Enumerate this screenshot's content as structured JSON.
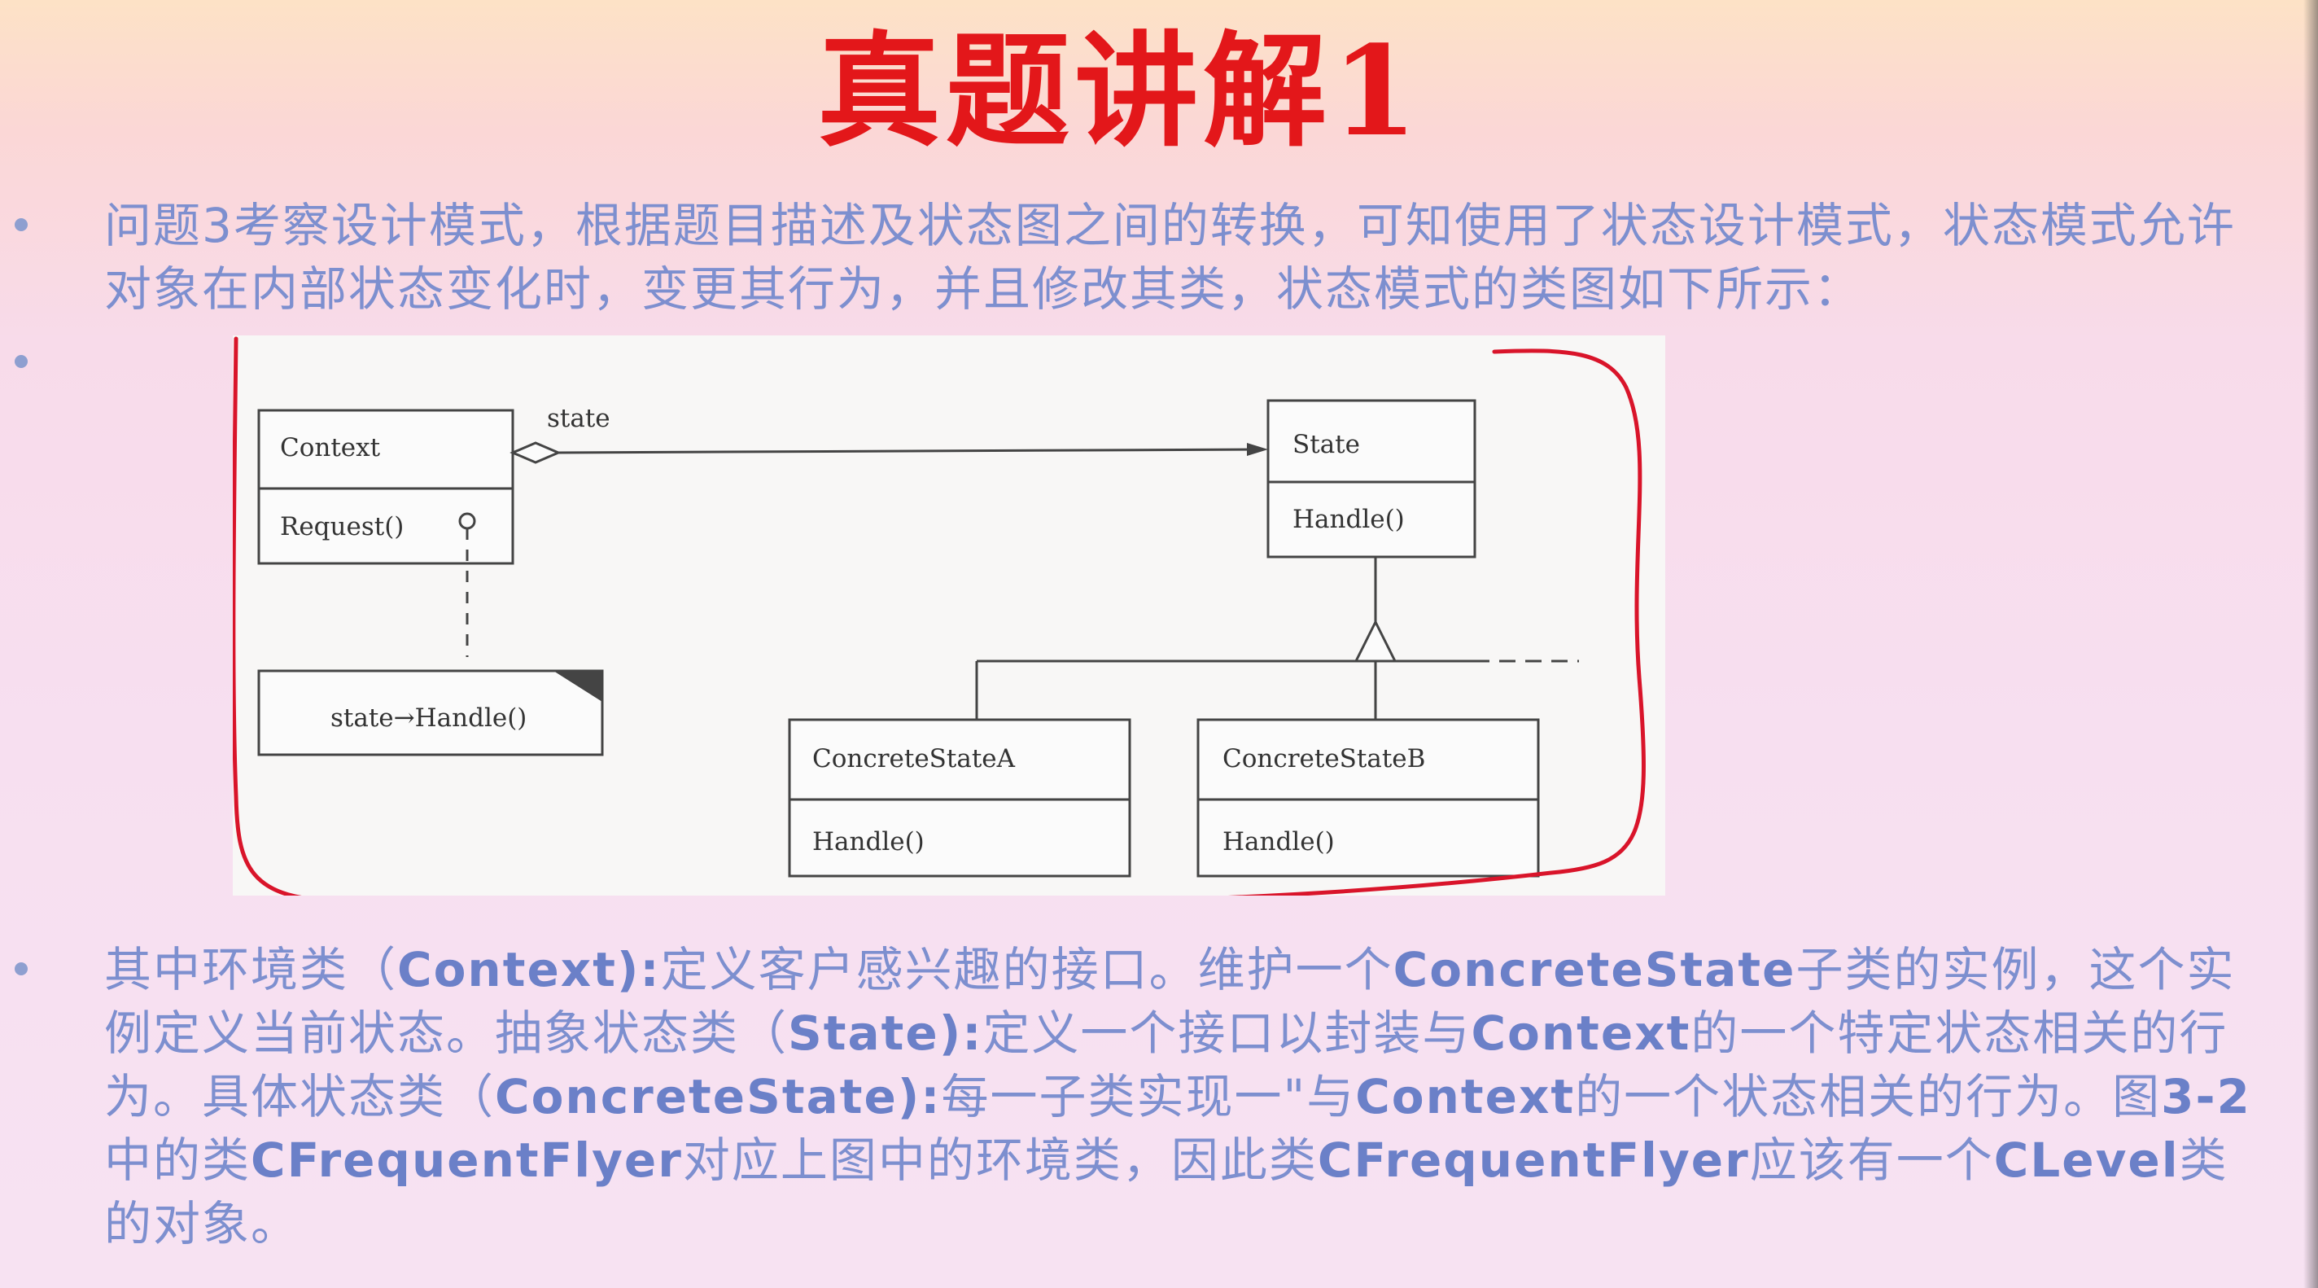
{
  "slide": {
    "title": "真题讲解1",
    "paragraph1": "问题3考察设计模式，根据题目描述及状态图之间的转换，可知使用了状态设计模式，状态模式允许对象在内部状态变化时，变更其行为，并且修改其类，状态模式的类图如下所示：",
    "paragraph2": {
      "t1": "其中环境类（",
      "h1": "Context):",
      "t2": "定义客户感兴趣的接口。维护一个",
      "h2": "ConcreteState",
      "t3": "子类的实例，这个实例定义当前状态。抽象状态类（",
      "h3": "State):",
      "t4": "定义一个接口以封装与",
      "h4": "Context",
      "t5": "的一个特定状态相关的行为。具体状态类（",
      "h5": "ConcreteState):",
      "t6": "每一子类实现一\"与",
      "h6": "Context",
      "t7": "的一个状态相关的行为。图",
      "h7": "3-2",
      "t8": "中的类",
      "h8": "CFrequentFlyer",
      "t9": "对应上图中的环境类，因此类",
      "h9": "CFrequentFlyer",
      "t10": "应该有一个",
      "h10": "CLevel",
      "t11": "类的对象。"
    }
  },
  "diagram": {
    "context_name": "Context",
    "context_method": "Request()",
    "association_label": "state",
    "note_text": "state→Handle()",
    "state_name": "State",
    "state_method": "Handle()",
    "concrete_a_name": "ConcreteStateA",
    "concrete_a_method": "Handle()",
    "concrete_b_name": "ConcreteStateB",
    "concrete_b_method": "Handle()",
    "annotation_color": "#d9142a"
  }
}
